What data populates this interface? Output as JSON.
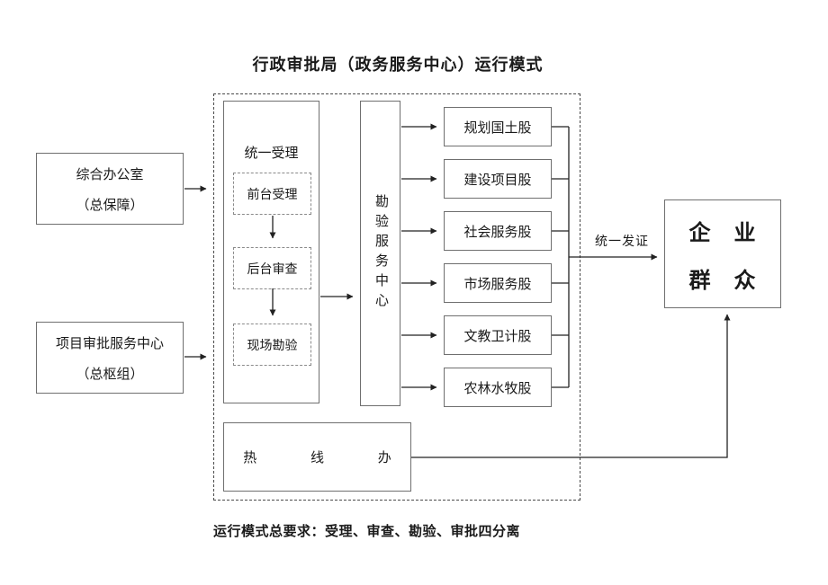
{
  "title": "行政审批局（政务服务中心）运行模式",
  "caption": "运行模式总要求：受理、审查、勘验、审批四分离",
  "left_boxes": {
    "office": {
      "line1": "综合办公室",
      "line2": "（总保障）"
    },
    "project_center": {
      "line1": "项目审批服务中心",
      "line2": "（总枢组）"
    }
  },
  "intake": {
    "label": "统一受理",
    "steps": [
      "前台受理",
      "后台审查",
      "现场勘验"
    ]
  },
  "inspection_center": "勘验服务中心",
  "departments": [
    "规划国土股",
    "建设项目股",
    "社会服务股",
    "市场服务股",
    "文教卫计股",
    "农林水牧股"
  ],
  "issuance_label": "统一发证",
  "public_box": {
    "line1": "企 业",
    "line2": "群 众"
  },
  "hotline_label": "热 线 办",
  "colors": {
    "text": "#1a1a1a",
    "solid_border": "#6f6f6f",
    "dashed_border": "#4a4a4a",
    "arrow": "#222222",
    "background": "#ffffff"
  }
}
